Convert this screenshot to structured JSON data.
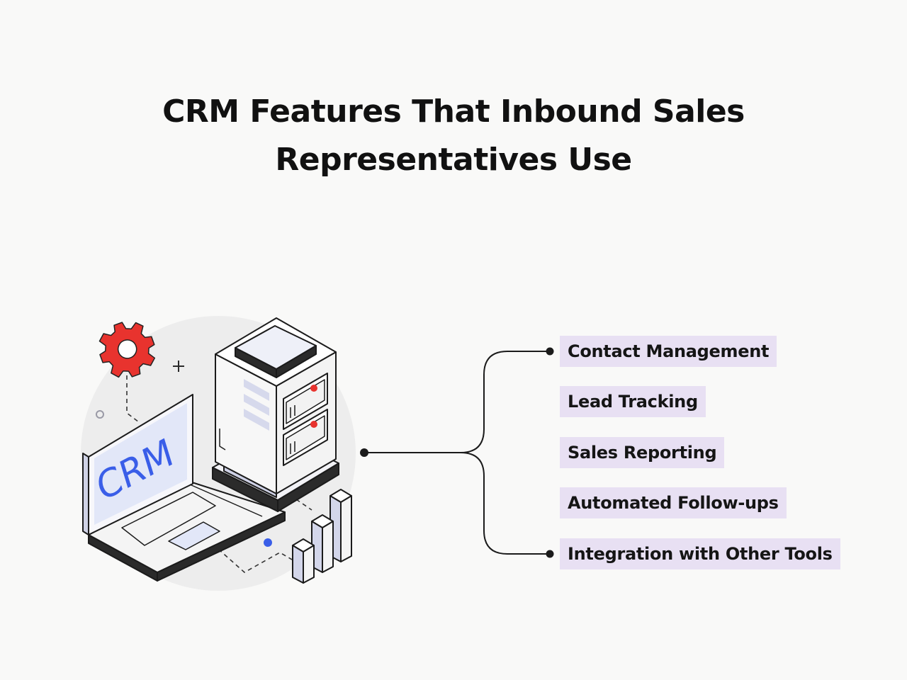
{
  "title": {
    "line1": "CRM Features That Inbound Sales",
    "line2": "Representatives Use"
  },
  "illustration": {
    "screen_text": "CRM"
  },
  "features": [
    "Contact Management",
    "Lead Tracking",
    "Sales Reporting",
    "Automated Follow-ups",
    "Integration with Other Tools"
  ],
  "colors": {
    "feature_bg": "#e8e0f3",
    "accent_blue": "#3a5ee8",
    "gear_red": "#e8332e",
    "ink": "#1b1b1b"
  }
}
